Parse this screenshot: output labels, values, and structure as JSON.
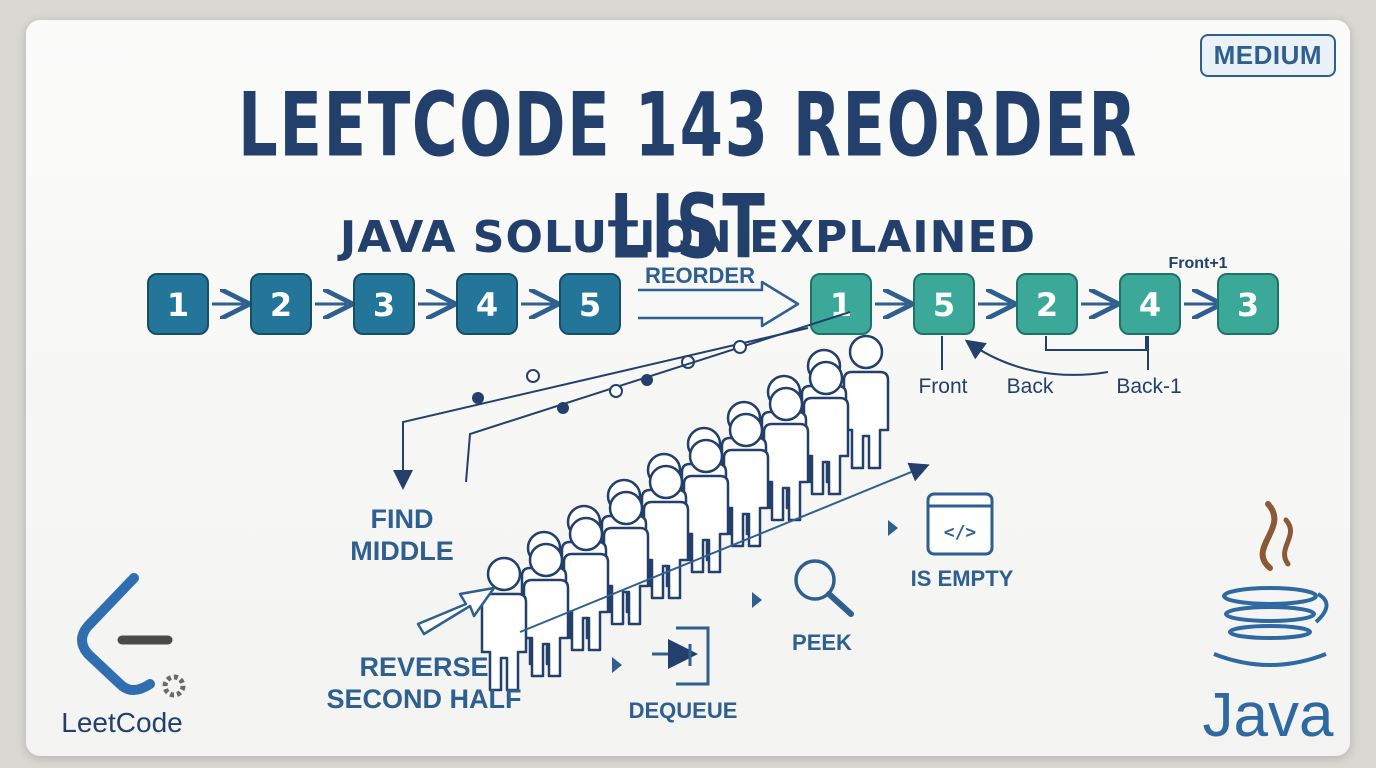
{
  "badge": "MEDIUM",
  "title": "LEETCODE 143 REORDER LIST",
  "subtitle": "JAVA SOLUTION EXPLAINED",
  "input_list": [
    "1",
    "2",
    "3",
    "4",
    "5"
  ],
  "reorder_label": "REORDER",
  "output_list": [
    "1",
    "5",
    "2",
    "4",
    "3"
  ],
  "pointer_labels": {
    "front": "Front",
    "back": "Back",
    "back_minus_1": "Back-1",
    "front_plus_1": "Front+1"
  },
  "steps": {
    "find_middle": [
      "FIND",
      "MIDDLE"
    ],
    "reverse_second_half": [
      "REVERSE",
      "SECOND HALF"
    ],
    "dequeue": "DEQUEUE",
    "peek": "PEEK",
    "is_empty": "IS EMPTY"
  },
  "icons": [
    "dequeue-icon",
    "magnifier-icon",
    "code-icon",
    "leetcode-logo",
    "java-logo"
  ],
  "brand": {
    "leetcode": "LeetCode",
    "java": "Java"
  },
  "colors": {
    "input_node": "#23769a",
    "output_node": "#3ba89a",
    "primary": "#22406b",
    "accent": "#2e5f8f"
  }
}
